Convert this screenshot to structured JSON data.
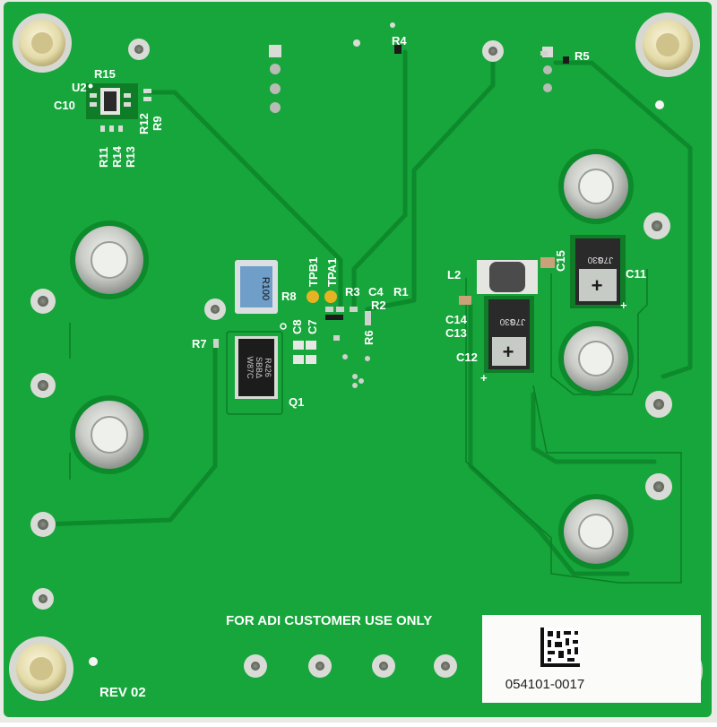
{
  "board": {
    "footer_notice": "FOR ADI CUSTOMER USE ONLY",
    "revision": "REV 02",
    "serial_number": "054101-0017",
    "colors": {
      "solder_mask": "#16a63a",
      "copper_trace": "#0d8a2c",
      "silkscreen": "#ffffff",
      "tin": "#d6d9d5",
      "brass": "#e7dfb5"
    }
  },
  "labels": {
    "u2": "U2",
    "r15": "R15",
    "c10": "C10",
    "r12": "R12",
    "r9": "R9",
    "r11": "R11",
    "r14": "R14",
    "r13": "R13",
    "r4": "R4",
    "r5": "R5",
    "r8": "R8",
    "r7": "R7",
    "q1": "Q1",
    "c8": "C8",
    "c7": "C7",
    "tpb1": "TPB1",
    "tpa1": "TPA1",
    "r3": "R3",
    "c4": "C4",
    "r1": "R1",
    "r2": "R2",
    "r6": "R6",
    "l2": "L2",
    "c15": "C15",
    "c11": "C11",
    "c14": "C14",
    "c13": "C13",
    "c12": "C12",
    "plus_c11": "+",
    "plus_c12": "+"
  },
  "parts": {
    "shunt_marking": "R100",
    "mosfet_marking_line1": "R426",
    "mosfet_marking_line2": "SBBΔ",
    "mosfet_marking_line3": "W87C",
    "cap_c11_value": "330",
    "cap_c11_code": "J76",
    "cap_c12_value": "330",
    "cap_c12_code": "J76"
  }
}
